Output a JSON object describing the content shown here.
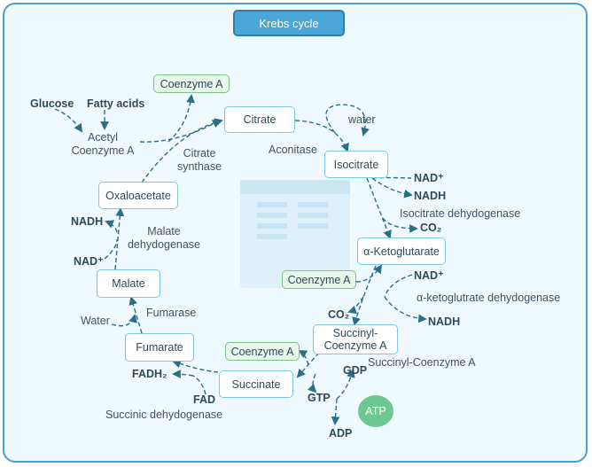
{
  "title": "Krebs cycle",
  "nodes": {
    "citrate": "Citrate",
    "isocitrate": "Isocitrate",
    "alpha_ketoglutarate": "α-Ketoglutarate",
    "succinyl_coa_line1": "Succinyl-",
    "succinyl_coa_line2": "Coenzyme A",
    "succinate": "Succinate",
    "fumarate": "Fumarate",
    "malate": "Malate",
    "oxaloacetate": "Oxaloacetate"
  },
  "coenzyme_boxes": {
    "top": "Coenzyme A",
    "alpha": "Coenzyme A",
    "succinate": "Coenzyme A"
  },
  "molecules": {
    "glucose": "Glucose",
    "fatty_acids": "Fatty acids",
    "acetyl_coa_line1": "Acetyl",
    "acetyl_coa_line2": "Coenzyme A",
    "water_top": "water",
    "nad_isocitrate": "NAD⁺",
    "nadh_isocitrate": "NADH",
    "co2_isocitrate": "CO₂",
    "nad_alpha": "NAD⁺",
    "nadh_alpha": "NADH",
    "co2_alpha": "CO₂",
    "gdp": "GDP",
    "gtp": "GTP",
    "atp": "ATP",
    "adp": "ADP",
    "fad": "FAD",
    "fadh2": "FADH₂",
    "water_left": "Water",
    "nad_malate": "NAD⁺",
    "nadh_malate": "NADH"
  },
  "enzymes": {
    "citrate_synthase_line1": "Citrate",
    "citrate_synthase_line2": "synthase",
    "aconitase": "Aconitase",
    "isocitrate_dehydrogenase": "Isocitrate dehydogenase",
    "alpha_ketoglutarate_dehydrogenase": "α-ketoglutrate dehydogenase",
    "succinyl_coa_synthetase": "Succinyl-Coenzyme A",
    "succinic_dehydrogenase": "Succinic dehydogenase",
    "fumarase": "Fumarase",
    "malate_dehydrogenase_line1": "Malate",
    "malate_dehydrogenase_line2": "dehydogenase"
  },
  "colors": {
    "arrow": "#2a6f87",
    "node_border": "#7cc6e6",
    "title_fill": "#4aa6d6",
    "coa_fill": "#e9f6ea",
    "atp_fill": "#6cc890",
    "background": "#f0f9fd"
  }
}
